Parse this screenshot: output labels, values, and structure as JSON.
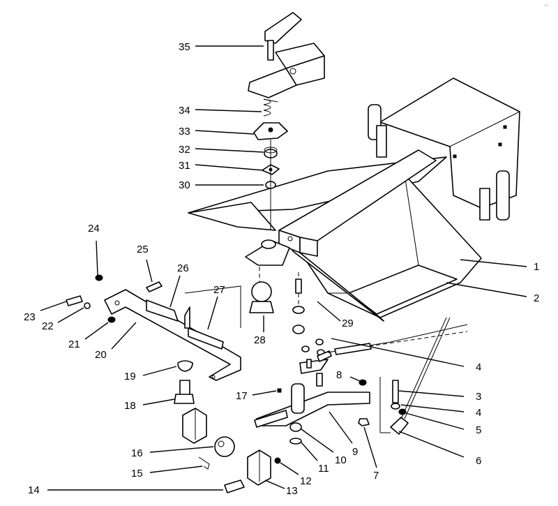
{
  "corner_mark": "..",
  "callouts": [
    {
      "id": "1",
      "label": "1"
    },
    {
      "id": "2",
      "label": "2"
    },
    {
      "id": "3",
      "label": "3"
    },
    {
      "id": "4a",
      "label": "4"
    },
    {
      "id": "4b",
      "label": "4"
    },
    {
      "id": "5",
      "label": "5"
    },
    {
      "id": "6",
      "label": "6"
    },
    {
      "id": "7",
      "label": "7"
    },
    {
      "id": "8",
      "label": "8"
    },
    {
      "id": "9",
      "label": "9"
    },
    {
      "id": "10",
      "label": "10"
    },
    {
      "id": "11",
      "label": "11"
    },
    {
      "id": "12",
      "label": "12"
    },
    {
      "id": "13",
      "label": "13"
    },
    {
      "id": "14",
      "label": "14"
    },
    {
      "id": "15",
      "label": "15"
    },
    {
      "id": "16",
      "label": "16"
    },
    {
      "id": "17",
      "label": "17"
    },
    {
      "id": "18",
      "label": "18"
    },
    {
      "id": "19",
      "label": "19"
    },
    {
      "id": "20",
      "label": "20"
    },
    {
      "id": "21",
      "label": "21"
    },
    {
      "id": "22",
      "label": "22"
    },
    {
      "id": "23",
      "label": "23"
    },
    {
      "id": "24",
      "label": "24"
    },
    {
      "id": "25",
      "label": "25"
    },
    {
      "id": "26",
      "label": "26"
    },
    {
      "id": "27",
      "label": "27"
    },
    {
      "id": "28",
      "label": "28"
    },
    {
      "id": "29",
      "label": "29"
    },
    {
      "id": "30",
      "label": "30"
    },
    {
      "id": "31",
      "label": "31"
    },
    {
      "id": "32",
      "label": "32"
    },
    {
      "id": "33",
      "label": "33"
    },
    {
      "id": "34",
      "label": "34"
    },
    {
      "id": "35",
      "label": "35"
    }
  ]
}
